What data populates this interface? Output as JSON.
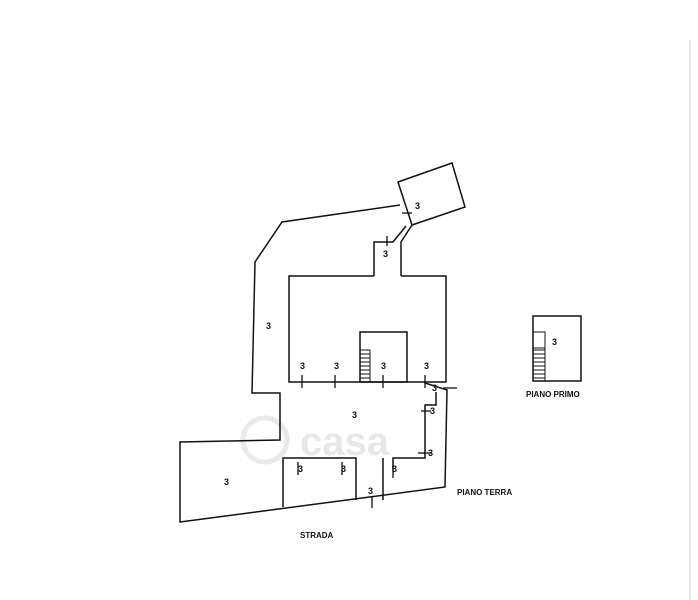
{
  "plan": {
    "ground_floor_label": "PIANO TERRA",
    "first_floor_label": "PIANO PRIMO",
    "street_label": "STRADA",
    "room_number": "3",
    "watermark": "casa"
  }
}
